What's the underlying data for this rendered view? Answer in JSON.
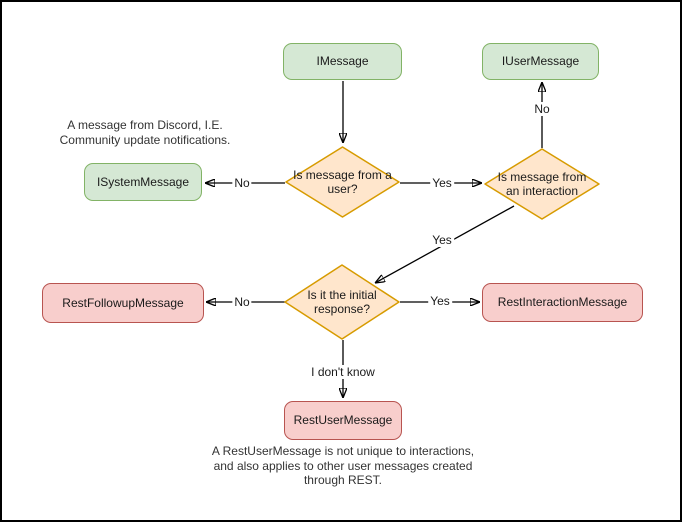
{
  "diagram": {
    "nodes": {
      "imessage": {
        "label": "IMessage",
        "kind": "interface",
        "color": "green"
      },
      "iusermessage": {
        "label": "IUserMessage",
        "kind": "interface",
        "color": "green"
      },
      "isystemmessage": {
        "label": "ISystemMessage",
        "kind": "interface",
        "color": "green"
      },
      "decision_user": {
        "label": "Is message from a user?",
        "kind": "decision",
        "color": "orange"
      },
      "decision_interaction": {
        "label": "Is message from an interaction",
        "kind": "decision",
        "color": "orange"
      },
      "decision_initial": {
        "label": "Is it the initial response?",
        "kind": "decision",
        "color": "orange"
      },
      "restfollowupmessage": {
        "label": "RestFollowupMessage",
        "kind": "class",
        "color": "red"
      },
      "restinteractionmessage": {
        "label": "RestInteractionMessage",
        "kind": "class",
        "color": "red"
      },
      "restusermessage": {
        "label": "RestUserMessage",
        "kind": "class",
        "color": "red"
      }
    },
    "edge_labels": {
      "user_no": "No",
      "user_yes": "Yes",
      "interaction_no": "No",
      "interaction_yes": "Yes",
      "initial_no": "No",
      "initial_yes": "Yes",
      "initial_unknown": "I don't know"
    },
    "annotations": {
      "system_note": "A message from Discord, I.E.\nCommunity update notifications.",
      "restuser_note": "A RestUserMessage is not unique to interactions,\nand also applies to other user messages created\nthrough REST."
    },
    "styles": {
      "green": {
        "fill": "#d5e8d4",
        "stroke": "#82b366"
      },
      "orange": {
        "fill": "#ffe6cc",
        "stroke": "#d79b00"
      },
      "red": {
        "fill": "#f8cecc",
        "stroke": "#b85450"
      },
      "edge_color": "#000000"
    }
  }
}
